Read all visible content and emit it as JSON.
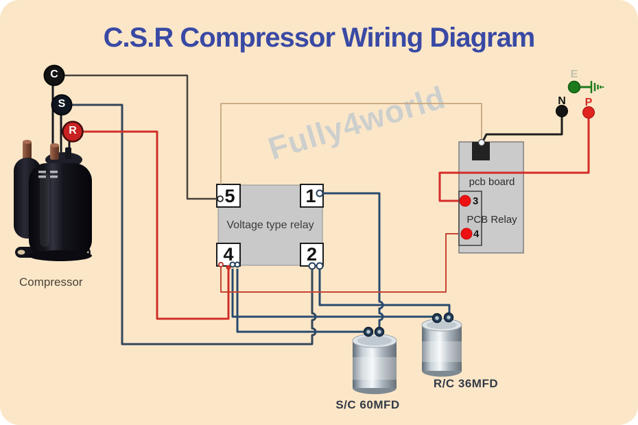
{
  "title": "C.S.R Compressor Wiring Diagram",
  "watermark": "Fully4world",
  "compressor": {
    "label": "Compressor",
    "terminal_c": "C",
    "terminal_s": "S",
    "terminal_r": "R"
  },
  "relay": {
    "label": "Voltage type relay",
    "terminal_5": "5",
    "terminal_1": "1",
    "terminal_4": "4",
    "terminal_2": "2"
  },
  "pcb": {
    "board_label": "pcb board",
    "relay_label": "PCB Relay",
    "terminal_3": "3",
    "terminal_4": "4"
  },
  "power": {
    "earth_label": "E",
    "neutral_label": "N",
    "phase_label": "P"
  },
  "capacitors": {
    "start": "S/C 60MFD",
    "run": "R/C 36MFD"
  },
  "colors": {
    "canvas_bg": "#fbe7c8",
    "title": "#3a49a4",
    "wire_common": "#46413b",
    "wire_start": "#33465a",
    "wire_run_red": "#cf2f28",
    "wire_capacitor": "#274a6d",
    "wire_pcb_signal_tan": "#c8a57e",
    "wire_pcb_red": "#c54434",
    "wire_neutral": "#1d1d1d",
    "wire_phase": "#d42b28",
    "earth_green": "#1c7a1c",
    "terminal_red": "#ee1111"
  }
}
